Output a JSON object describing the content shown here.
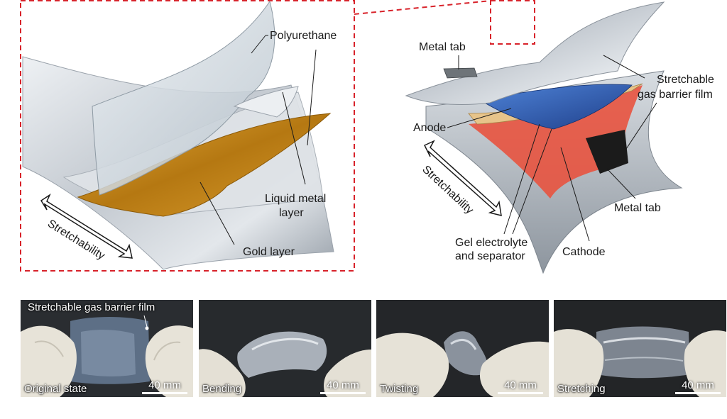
{
  "labels": {
    "polyurethane": "Polyurethane",
    "liquid_metal_1": "Liquid metal",
    "liquid_metal_2": "layer",
    "gold_layer": "Gold layer",
    "stretchability": "Stretchability",
    "metal_tab_top": "Metal tab",
    "barrier_1": "Stretchable",
    "barrier_2": "gas barrier film",
    "anode": "Anode",
    "metal_tab_bottom": "Metal tab",
    "gel_1": "Gel electrolyte",
    "gel_2": "and separator",
    "cathode": "Cathode"
  },
  "photos": [
    {
      "caption": "Original state",
      "scale": "40 mm",
      "top_label": "Stretchable gas barrier film"
    },
    {
      "caption": "Bending",
      "scale": "40 mm"
    },
    {
      "caption": "Twisting",
      "scale": "40 mm"
    },
    {
      "caption": "Stretching",
      "scale": "40 mm"
    }
  ],
  "colors": {
    "dash_red": "#d8222a",
    "film_silver": "#c9ced4",
    "gold": "#c48a18",
    "anode_blue": "#2f5fb8",
    "cathode_red": "#e8533f"
  }
}
